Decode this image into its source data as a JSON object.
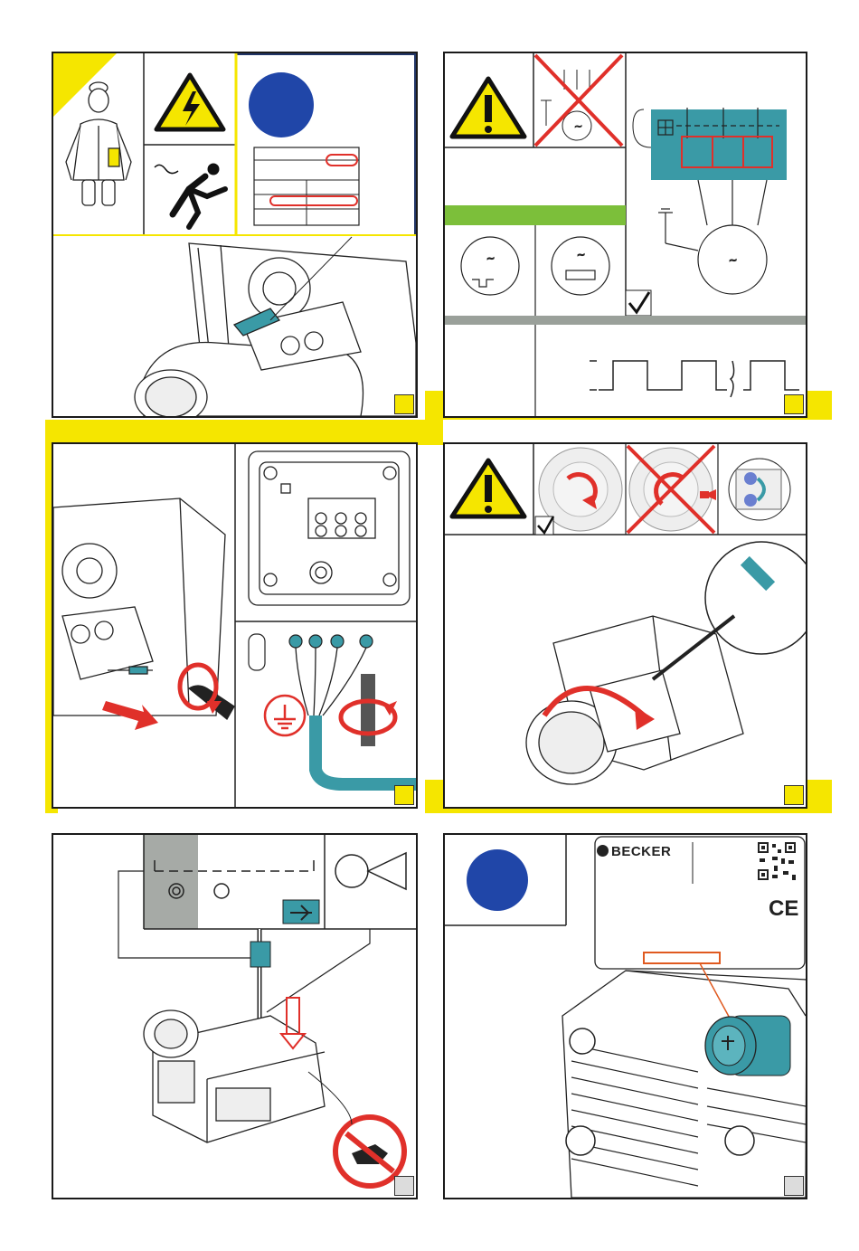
{
  "brand": {
    "logo_text": "BECKER",
    "ce_mark": "CE"
  },
  "colors": {
    "warning_yellow": "#f5e600",
    "instruction_blue": "#2046a8",
    "cable_teal": "#3a9aa6",
    "error_red": "#e0302a",
    "ok_green": "#7cbf3a",
    "divider_gray": "#9aa09a"
  },
  "icons": [
    "electrician-icon",
    "electric-hazard-icon",
    "electrocution-icon",
    "mandatory-action-icon",
    "warning-icon",
    "motor-symbol-icon",
    "check-icon",
    "ground-symbol-icon",
    "rotation-arrow-icon",
    "no-oil-icon",
    "qr-code-icon"
  ],
  "panels": [
    {
      "id": "electrical-safety",
      "marker": "yellow"
    },
    {
      "id": "motor-protection",
      "marker": "yellow"
    },
    {
      "id": "wiring",
      "marker": "yellow"
    },
    {
      "id": "rotation-check",
      "marker": "yellow"
    },
    {
      "id": "exhaust-connection",
      "marker": "gray"
    },
    {
      "id": "nameplate-filter",
      "marker": "gray"
    }
  ],
  "symbols": {
    "tilde": "~"
  }
}
